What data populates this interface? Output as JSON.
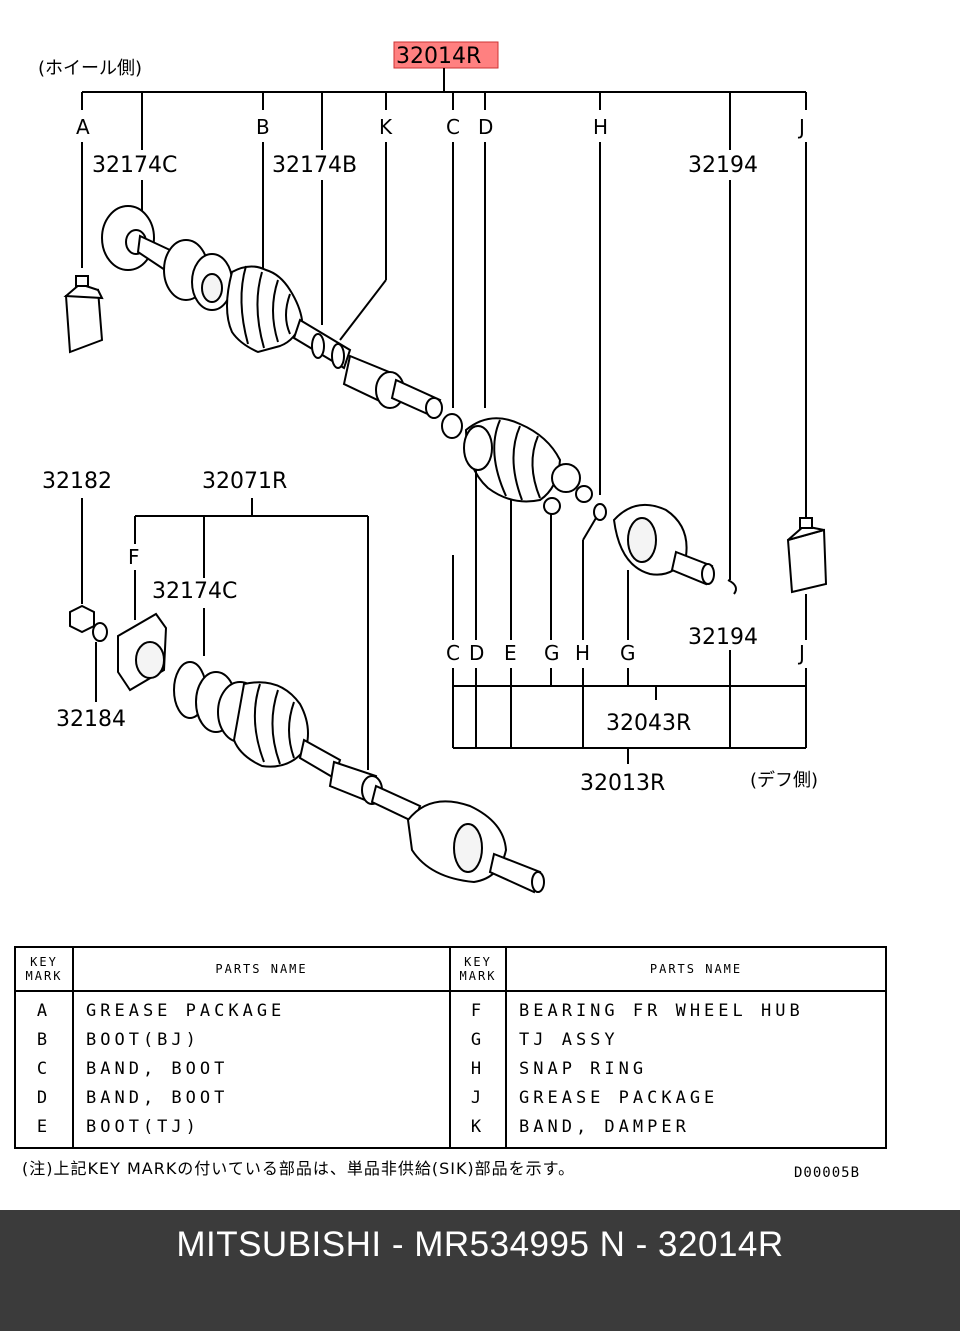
{
  "diagram": {
    "wheel_side_label": "(ホイール側)",
    "diff_side_label": "(デフ側)",
    "highlighted_part": "32014R",
    "highlight_color": "#ff8080",
    "part_numbers": {
      "p32174c_top": "32174C",
      "p32174b": "32174B",
      "p32194_top": "32194",
      "p32182": "32182",
      "p32071r": "32071R",
      "p32174c_bottom": "32174C",
      "p32184": "32184",
      "p32194_bottom": "32194",
      "p32043r": "32043R",
      "p32013r": "32013R"
    },
    "top_letters": [
      "A",
      "B",
      "K",
      "C",
      "D",
      "H",
      "J"
    ],
    "bottom_letters": [
      "C",
      "D",
      "E",
      "G",
      "H",
      "G",
      "J"
    ],
    "f_letter": "F"
  },
  "table": {
    "header_key_mark_1": "KEY",
    "header_key_mark_2": "MARK",
    "header_parts_name": "PARTS NAME",
    "left_rows": [
      {
        "mark": "A",
        "name": "GREASE PACKAGE"
      },
      {
        "mark": "B",
        "name": "BOOT(BJ)"
      },
      {
        "mark": "C",
        "name": "BAND, BOOT"
      },
      {
        "mark": "D",
        "name": "BAND, BOOT"
      },
      {
        "mark": "E",
        "name": "BOOT(TJ)"
      }
    ],
    "right_rows": [
      {
        "mark": "F",
        "name": "BEARING FR WHEEL HUB"
      },
      {
        "mark": "G",
        "name": "TJ ASSY"
      },
      {
        "mark": "H",
        "name": "SNAP RING"
      },
      {
        "mark": "J",
        "name": "GREASE PACKAGE"
      },
      {
        "mark": "K",
        "name": "BAND, DAMPER"
      }
    ]
  },
  "note": "(注)上記KEY MARKの付いている部品は、単品非供給(SIK)部品を示す。",
  "diagram_code": "D00005B",
  "footer": {
    "text": "MITSUBISHI - MR534995   N - 32014R",
    "background": "#3b3b3b"
  }
}
